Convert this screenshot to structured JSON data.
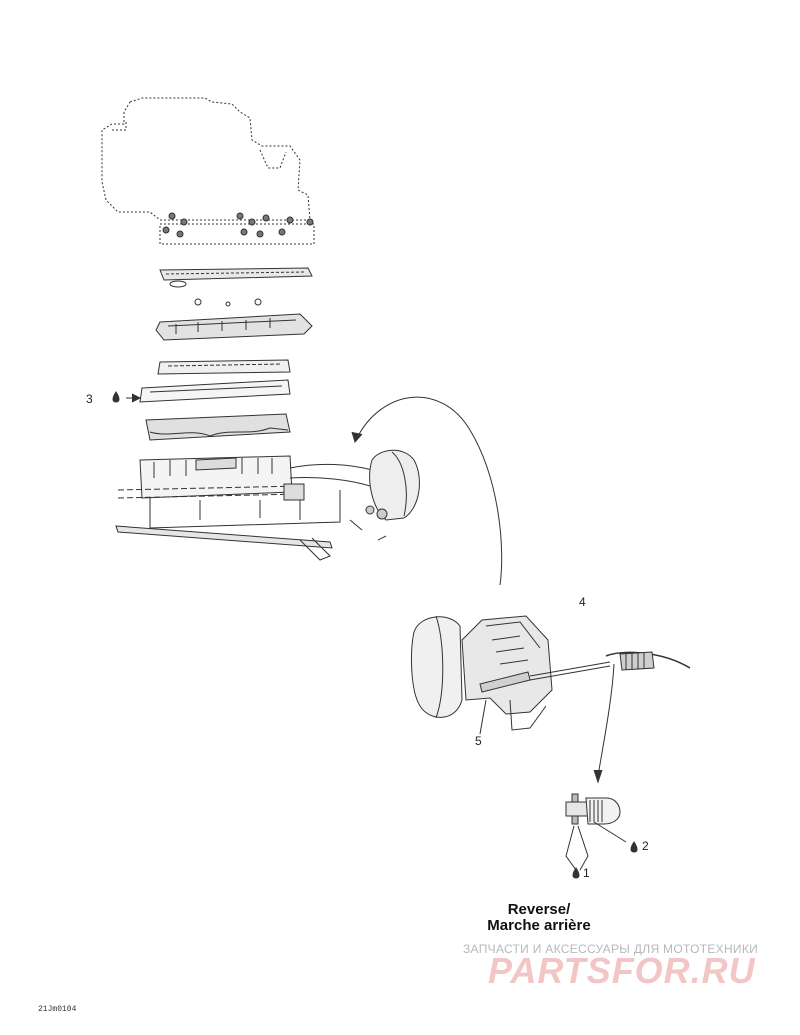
{
  "callouts": {
    "c1": "1",
    "c2": "2",
    "c3": "3",
    "c4": "4",
    "c5": "5"
  },
  "caption": {
    "line1": "Reverse/",
    "line2": "Marche arrière"
  },
  "watermark": {
    "tagline": "ЗАПЧАСТИ И АКСЕССУАРЫ ДЛЯ МОТОТЕХНИКИ",
    "logo": "PARTSFOR.RU"
  },
  "reference": "21Jm0104",
  "colors": {
    "line": "#333333",
    "watermark_text": "#b8b8b8",
    "watermark_logo": "#f3c6c6"
  }
}
